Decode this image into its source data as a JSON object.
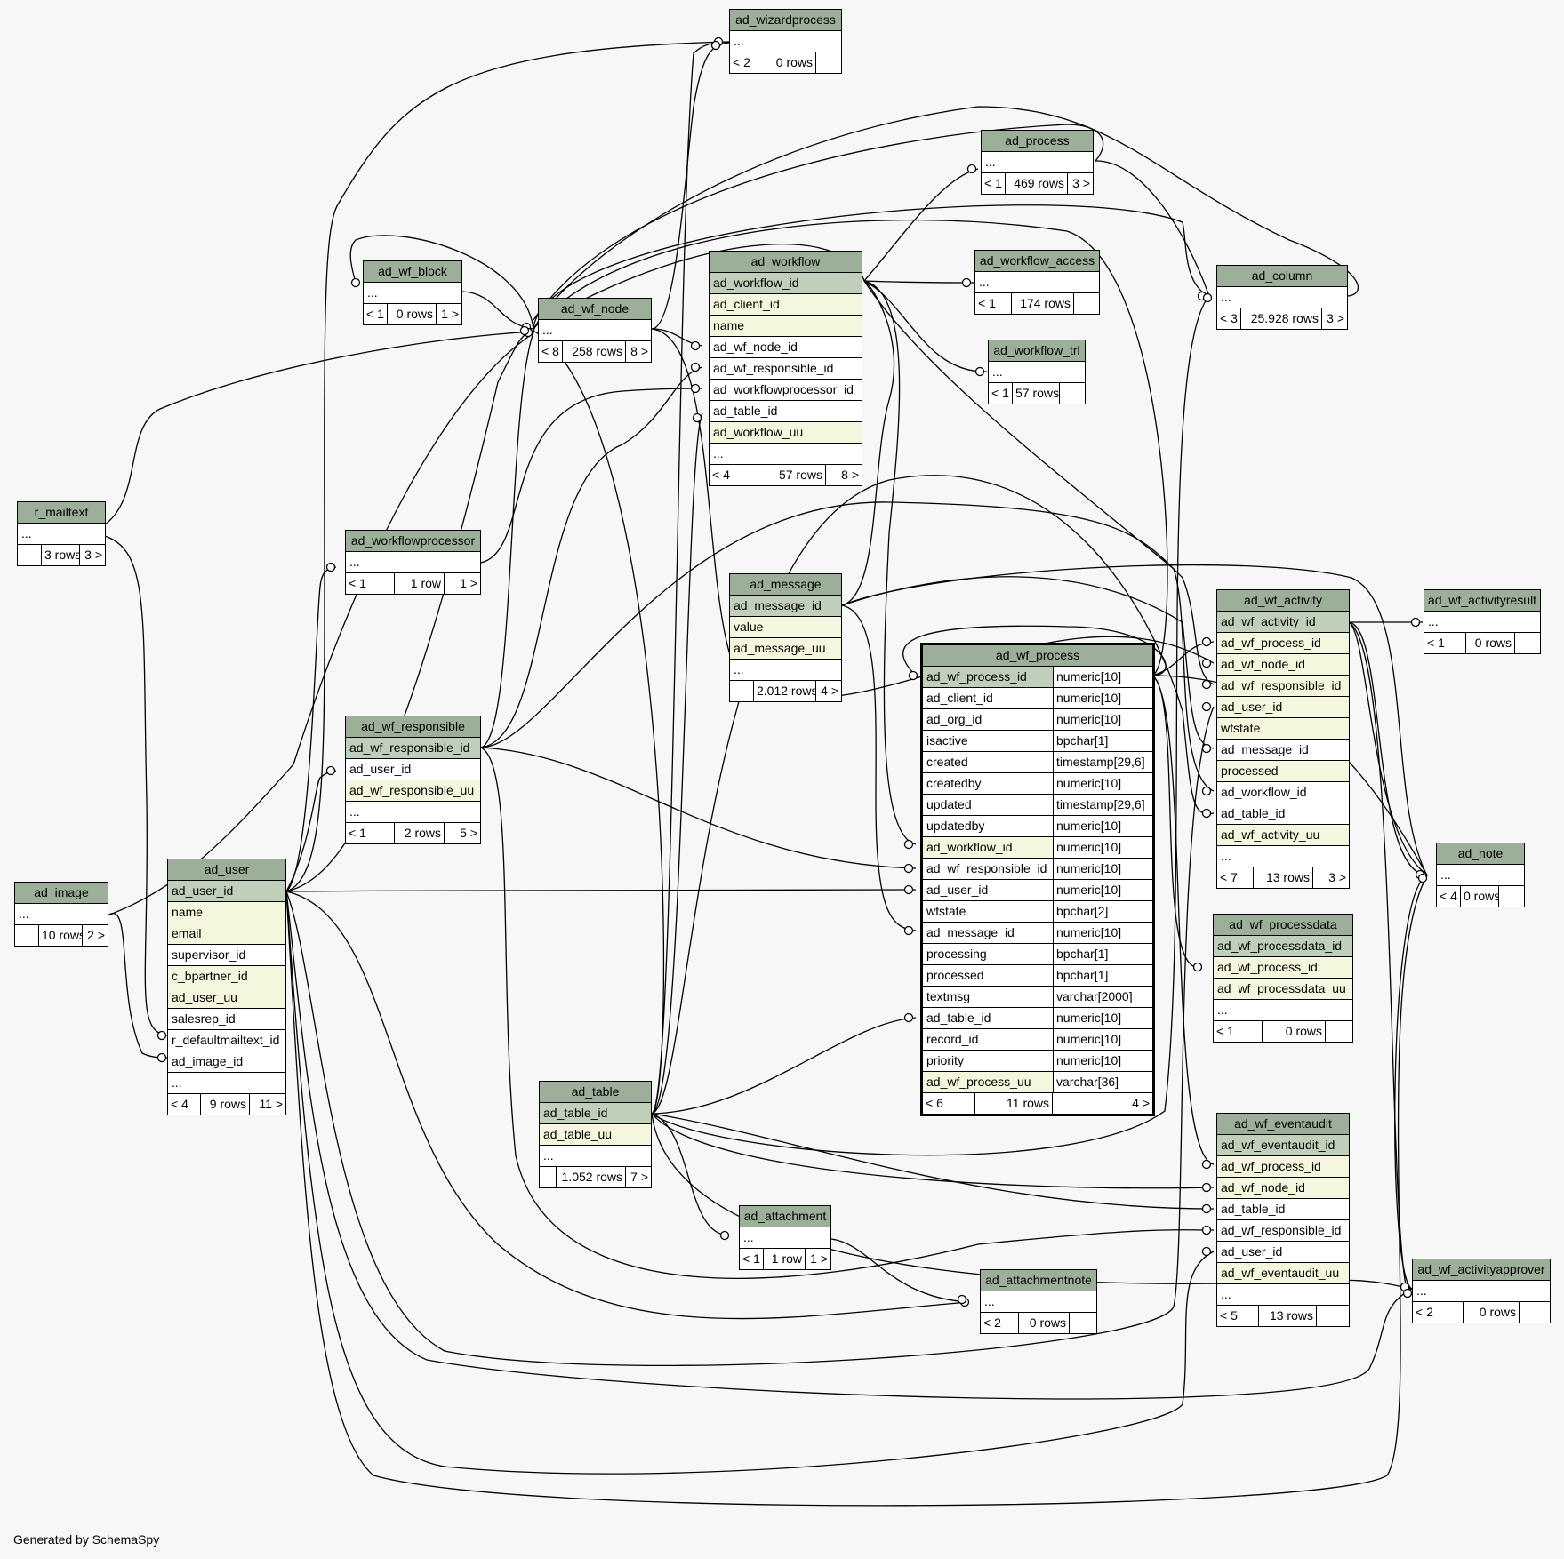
{
  "footer": "Generated by SchemaSpy",
  "colors": {
    "background": "#f7f7f7",
    "header": "#9caf98",
    "primary_key": "#bfcfb9",
    "indexed": "#f4f7dd",
    "edge": "#000000"
  },
  "tables": {
    "ad_wizardprocess": {
      "name": "ad_wizardprocess",
      "cols": [
        "..."
      ],
      "foot": [
        "< 2",
        "0 rows",
        ""
      ]
    },
    "ad_process": {
      "name": "ad_process",
      "cols": [
        "..."
      ],
      "foot": [
        "< 1",
        "469 rows",
        "3 >"
      ]
    },
    "ad_wf_block": {
      "name": "ad_wf_block",
      "cols": [
        "..."
      ],
      "foot": [
        "< 1",
        "0 rows",
        "1 >"
      ]
    },
    "ad_wf_node": {
      "name": "ad_wf_node",
      "cols": [
        "..."
      ],
      "foot": [
        "< 8",
        "258 rows",
        "8 >"
      ]
    },
    "ad_workflow": {
      "name": "ad_workflow",
      "cols": [
        "ad_workflow_id",
        "ad_client_id",
        "name",
        "ad_wf_node_id",
        "ad_wf_responsible_id",
        "ad_workflowprocessor_id",
        "ad_table_id",
        "ad_workflow_uu",
        "..."
      ],
      "foot": [
        "< 4",
        "57 rows",
        "8 >"
      ]
    },
    "ad_workflow_access": {
      "name": "ad_workflow_access",
      "cols": [
        "..."
      ],
      "foot": [
        "< 1",
        "174 rows",
        ""
      ]
    },
    "ad_workflow_trl": {
      "name": "ad_workflow_trl",
      "cols": [
        "..."
      ],
      "foot": [
        "< 1",
        "57 rows",
        ""
      ]
    },
    "ad_column": {
      "name": "ad_column",
      "cols": [
        "..."
      ],
      "foot": [
        "< 3",
        "25.928 rows",
        "3 >"
      ]
    },
    "r_mailtext": {
      "name": "r_mailtext",
      "cols": [
        "..."
      ],
      "foot": [
        "",
        "3 rows",
        "3 >"
      ]
    },
    "ad_workflowprocessor": {
      "name": "ad_workflowprocessor",
      "cols": [
        "..."
      ],
      "foot": [
        "< 1",
        "1 row",
        "1 >"
      ]
    },
    "ad_message": {
      "name": "ad_message",
      "cols": [
        "ad_message_id",
        "value",
        "ad_message_uu",
        "..."
      ],
      "foot": [
        "",
        "2.012 rows",
        "4 >"
      ]
    },
    "ad_wf_activity": {
      "name": "ad_wf_activity",
      "cols": [
        "ad_wf_activity_id",
        "ad_wf_process_id",
        "ad_wf_node_id",
        "ad_wf_responsible_id",
        "ad_user_id",
        "wfstate",
        "ad_message_id",
        "processed",
        "ad_workflow_id",
        "ad_table_id",
        "ad_wf_activity_uu",
        "..."
      ],
      "foot": [
        "< 7",
        "13 rows",
        "3 >"
      ]
    },
    "ad_wf_activityresult": {
      "name": "ad_wf_activityresult",
      "cols": [
        "..."
      ],
      "foot": [
        "< 1",
        "0 rows",
        ""
      ]
    },
    "ad_wf_responsible": {
      "name": "ad_wf_responsible",
      "cols": [
        "ad_wf_responsible_id",
        "ad_user_id",
        "ad_wf_responsible_uu",
        "..."
      ],
      "foot": [
        "< 1",
        "2 rows",
        "5 >"
      ]
    },
    "ad_wf_process": {
      "name": "ad_wf_process",
      "cols": [
        [
          "ad_wf_process_id",
          "numeric[10]"
        ],
        [
          "ad_client_id",
          "numeric[10]"
        ],
        [
          "ad_org_id",
          "numeric[10]"
        ],
        [
          "isactive",
          "bpchar[1]"
        ],
        [
          "created",
          "timestamp[29,6]"
        ],
        [
          "createdby",
          "numeric[10]"
        ],
        [
          "updated",
          "timestamp[29,6]"
        ],
        [
          "updatedby",
          "numeric[10]"
        ],
        [
          "ad_workflow_id",
          "numeric[10]"
        ],
        [
          "ad_wf_responsible_id",
          "numeric[10]"
        ],
        [
          "ad_user_id",
          "numeric[10]"
        ],
        [
          "wfstate",
          "bpchar[2]"
        ],
        [
          "ad_message_id",
          "numeric[10]"
        ],
        [
          "processing",
          "bpchar[1]"
        ],
        [
          "processed",
          "bpchar[1]"
        ],
        [
          "textmsg",
          "varchar[2000]"
        ],
        [
          "ad_table_id",
          "numeric[10]"
        ],
        [
          "record_id",
          "numeric[10]"
        ],
        [
          "priority",
          "numeric[10]"
        ],
        [
          "ad_wf_process_uu",
          "varchar[36]"
        ]
      ],
      "foot": [
        "< 6",
        "11 rows",
        "4 >"
      ]
    },
    "ad_image": {
      "name": "ad_image",
      "cols": [
        "..."
      ],
      "foot": [
        "",
        "10 rows",
        "2 >"
      ]
    },
    "ad_user": {
      "name": "ad_user",
      "cols": [
        "ad_user_id",
        "name",
        "email",
        "supervisor_id",
        "c_bpartner_id",
        "ad_user_uu",
        "salesrep_id",
        "r_defaultmailtext_id",
        "ad_image_id",
        "..."
      ],
      "foot": [
        "< 4",
        "9 rows",
        "11 >"
      ]
    },
    "ad_note": {
      "name": "ad_note",
      "cols": [
        "..."
      ],
      "foot": [
        "< 4",
        "0 rows",
        ""
      ]
    },
    "ad_wf_processdata": {
      "name": "ad_wf_processdata",
      "cols": [
        "ad_wf_processdata_id",
        "ad_wf_process_id",
        "ad_wf_processdata_uu",
        "..."
      ],
      "foot": [
        "< 1",
        "0 rows",
        ""
      ]
    },
    "ad_table": {
      "name": "ad_table",
      "cols": [
        "ad_table_id",
        "ad_table_uu",
        "..."
      ],
      "foot": [
        "",
        "1.052 rows",
        "7 >"
      ]
    },
    "ad_wf_eventaudit": {
      "name": "ad_wf_eventaudit",
      "cols": [
        "ad_wf_eventaudit_id",
        "ad_wf_process_id",
        "ad_wf_node_id",
        "ad_table_id",
        "ad_wf_responsible_id",
        "ad_user_id",
        "ad_wf_eventaudit_uu",
        "..."
      ],
      "foot": [
        "< 5",
        "13 rows",
        ""
      ]
    },
    "ad_attachment": {
      "name": "ad_attachment",
      "cols": [
        "..."
      ],
      "foot": [
        "< 1",
        "1 row",
        "1 >"
      ]
    },
    "ad_attachmentnote": {
      "name": "ad_attachmentnote",
      "cols": [
        "..."
      ],
      "foot": [
        "< 2",
        "0 rows",
        ""
      ]
    },
    "ad_wf_activityapprover": {
      "name": "ad_wf_activityapprover",
      "cols": [
        "..."
      ],
      "foot": [
        "< 2",
        "0 rows",
        ""
      ]
    }
  }
}
